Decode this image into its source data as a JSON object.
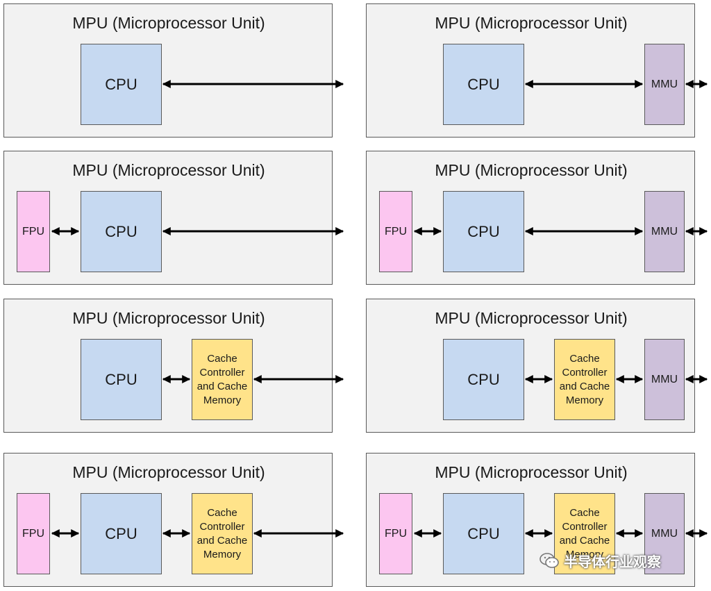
{
  "labels": {
    "mpu_title": "MPU (Microprocessor Unit)",
    "cpu": "CPU",
    "fpu": "FPU",
    "mmu": "MMU",
    "cache": "Cache Controller and Cache Memory"
  },
  "colors": {
    "panel_bg": "#f2f2f2",
    "cpu": "#c6d9f1",
    "fpu": "#fcc6f0",
    "cache": "#ffe38a",
    "mmu": "#cdc0da"
  },
  "watermark": {
    "text": "半导体行业观察",
    "icon": "wechat-logo-icon"
  },
  "panels": [
    {
      "id": "cpu-only",
      "fpu": false,
      "cache": false,
      "mmu": false
    },
    {
      "id": "cpu-mmu",
      "fpu": false,
      "cache": false,
      "mmu": true
    },
    {
      "id": "fpu-cpu",
      "fpu": true,
      "cache": false,
      "mmu": false
    },
    {
      "id": "fpu-cpu-mmu",
      "fpu": true,
      "cache": false,
      "mmu": true
    },
    {
      "id": "cpu-cache",
      "fpu": false,
      "cache": true,
      "mmu": false
    },
    {
      "id": "cpu-cache-mmu",
      "fpu": false,
      "cache": true,
      "mmu": true
    },
    {
      "id": "fpu-cpu-cache",
      "fpu": true,
      "cache": true,
      "mmu": false
    },
    {
      "id": "fpu-cpu-cache-mmu",
      "fpu": true,
      "cache": true,
      "mmu": true
    }
  ]
}
